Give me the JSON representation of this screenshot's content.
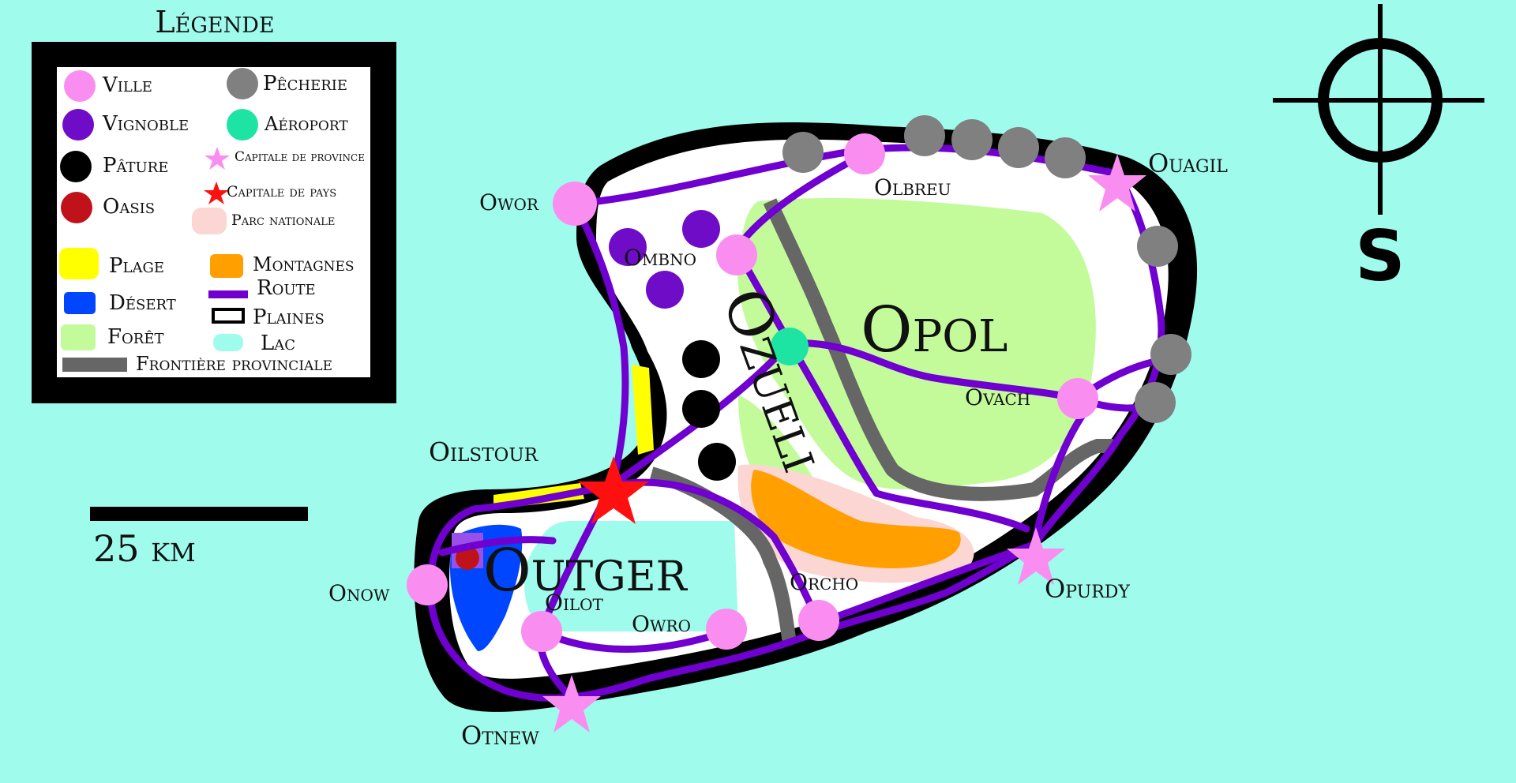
{
  "legend": {
    "title": "Légende",
    "items": {
      "ville": "Ville",
      "pecherie": "Pêcherie",
      "vignoble": "Vignoble",
      "aeroport": "Aéroport",
      "pature": "Pâture",
      "capitale_province": "Capitale de province",
      "oasis": "Oasis",
      "capitale_pays": "Capitale de pays",
      "parc": "Parc nationale",
      "plage": "Plage",
      "montagnes": "Montagnes",
      "desert": "Désert",
      "route": "Route",
      "plaines": "Plaines",
      "foret": "Forêt",
      "lac": "Lac",
      "frontiere": "Frontière provinciale"
    },
    "colors": {
      "ville": "#f98ef0",
      "pecherie": "#808080",
      "vignoble": "#6e0cc8",
      "aeroport": "#1de3a3",
      "pature": "#000000",
      "oasis": "#c0121a",
      "capitale_pays": "#ff1010",
      "parc": "#fcd6d2",
      "plage": "#ffff00",
      "montagnes": "#ff9f00",
      "desert": "#0046ff",
      "route": "#7000cf",
      "foret": "#c3fb9b",
      "lac": "#9ffced",
      "frontiere": "#666666"
    }
  },
  "scale": {
    "label": "25 km"
  },
  "compass": {
    "label": "S"
  },
  "regions": {
    "opol": "Opol",
    "ozueli": "Ozueli",
    "outger": "Outger"
  },
  "places": {
    "owor": "Owor",
    "olbreu": "Olbreu",
    "ouagil": "Ouagil",
    "ombno": "Ombno",
    "ovach": "Ovach",
    "oilstour": "Oilstour",
    "onow": "Onow",
    "oilot": "Oilot",
    "owro": "Owro",
    "orcho": "Orcho",
    "opurdy": "Opurdy",
    "otnew": "Otnew"
  }
}
